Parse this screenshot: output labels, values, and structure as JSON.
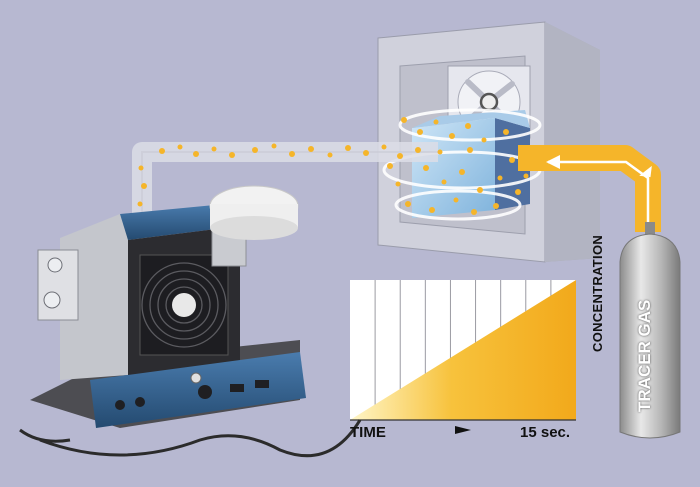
{
  "chart": {
    "x_label": "TIME",
    "x_end_label": "15 sec.",
    "y_label": "CONCENTRATION"
  },
  "cylinder_label": "TRACER GAS",
  "colors": {
    "background": "#b7b8d1",
    "gas_yellow": "#f5b52a",
    "chamber_gray": "#c9cad6",
    "device_blue": "#2f5a86"
  },
  "chart_data": {
    "type": "area",
    "x_label": "TIME",
    "y_label": "CONCENTRATION",
    "x": [
      0,
      15
    ],
    "y": [
      0,
      1
    ],
    "x_end_label": "15 sec."
  }
}
